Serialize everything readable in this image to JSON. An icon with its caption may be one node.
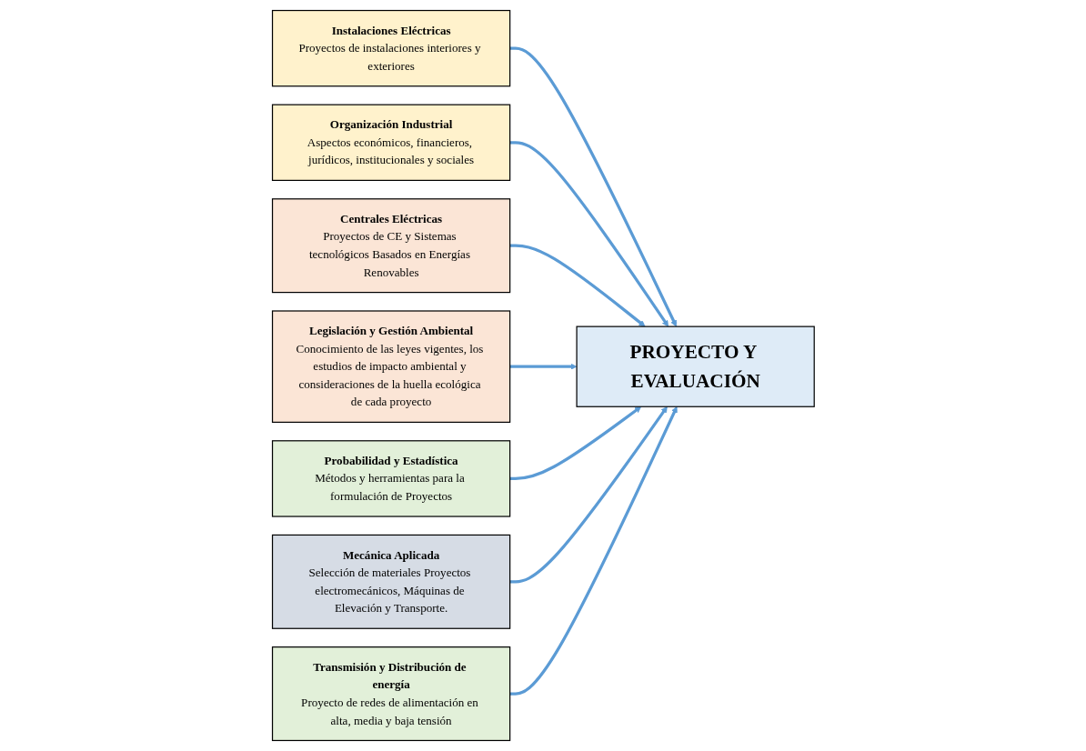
{
  "diagram": {
    "nodes": [
      {
        "text": [
          "Instalaciones Eléctricas",
          "Proyectos de instalaciones interiores y exteriores"
        ]
      },
      {
        "text": [
          "PROYECTO Y EVALUACIÓN"
        ]
      },
      {
        "text": [
          "Organización Industrial",
          "Aspectos económicos, financieros, jurídicos, institucionales y sociales"
        ]
      },
      {
        "text": [
          "Centrales Eléctricas",
          "Proyectos de CE y Sistemas tecnológicos Basados en Energías Renovables"
        ]
      },
      {
        "text": [
          "Legislación y Gestión Ambiental",
          "Conocimiento de las leyes vigentes, los estudios de impacto ambiental y consideraciones de la huella ecológica de cada proyecto"
        ]
      },
      {
        "text": [
          "Probabilidad y Estadística",
          "Métodos y herramientas para la formulación de Proyectos"
        ]
      },
      {
        "text": [
          "Mecánica Aplicada",
          "Selección de materiales Proyectos electromecánicos, Máquinas de Elevación y Transporte."
        ]
      },
      {
        "text": [
          "Transmisión y Distribución de energía",
          "Proyecto de redes de alimentación en alta, media y baja tensión"
        ]
      }
    ],
    "edges": [
      {
        "from": 0,
        "to": 1,
        "arrow": "to"
      },
      {
        "from": 2,
        "to": 1,
        "arrow": "to"
      },
      {
        "from": 3,
        "to": 1,
        "arrow": "to"
      },
      {
        "from": 4,
        "to": 1,
        "arrow": "to"
      },
      {
        "from": 5,
        "to": 1,
        "arrow": "to"
      },
      {
        "from": 6,
        "to": 1,
        "arrow": "to"
      },
      {
        "from": 7,
        "to": 1,
        "arrow": "to"
      }
    ]
  }
}
